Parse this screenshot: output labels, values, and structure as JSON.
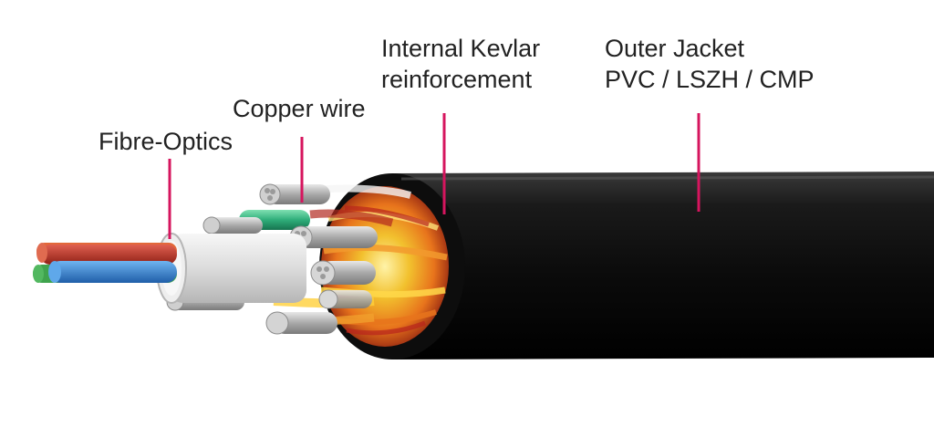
{
  "labels": {
    "fibre_optics": "Fibre-Optics",
    "copper_wire": "Copper wire",
    "kevlar_line1": "Internal Kevlar",
    "kevlar_line2": "reinforcement",
    "jacket_line1": "Outer Jacket",
    "jacket_line2": "PVC / LSZH / CMP"
  },
  "colors": {
    "background": "#ffffff",
    "leader_line": "#d6155e",
    "label_text": "#222222",
    "jacket": "#111111",
    "fibre_red": "#c0392b",
    "fibre_blue": "#2f7fd1",
    "fibre_green": "#3fa34d",
    "fibre_orange": "#e2683a",
    "copper_insulation_green": "#2fae7a",
    "kevlar_yellow": "#f2c12e",
    "kevlar_orange": "#e8741c",
    "kevlar_red": "#b8231c"
  }
}
